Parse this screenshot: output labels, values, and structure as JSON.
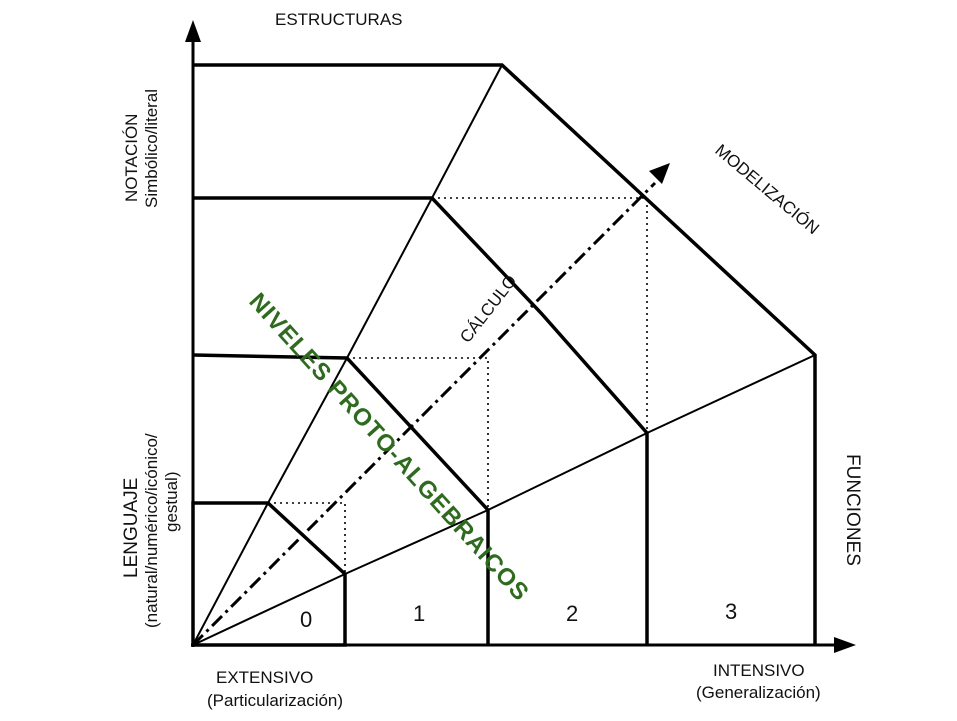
{
  "colors": {
    "level_0": "#ffffff",
    "level_1": "#b7dba4",
    "level_2": "#93c47d",
    "level_3": "#38761d",
    "label_green": "#2e6b1e"
  },
  "axes": {
    "y_top": "ESTRUCTURAS",
    "x_right": "FUNCIONES",
    "diagonal": "MODELIZACIÓN",
    "x_left_line1": "EXTENSIVO",
    "x_left_line2": "(Particularización)",
    "x_right_line1": "INTENSIVO",
    "x_right_line2": "(Generalización)"
  },
  "side": {
    "notacion_line1": "NOTACIÓN",
    "notacion_line2": "Simbólico/literal",
    "lenguaje_line1": "LENGUAJE",
    "lenguaje_line2": "(natural/numérico/icónico/",
    "lenguaje_line3": "gestual)"
  },
  "levels": [
    "0",
    "1",
    "2",
    "3"
  ],
  "labels": {
    "calculo": "CÁLCULO",
    "proto": "NIVELES PROTO-ALGEBRAICOS"
  }
}
